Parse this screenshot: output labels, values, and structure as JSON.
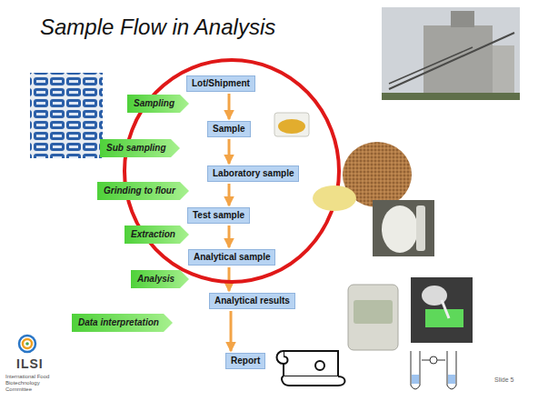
{
  "diagram": {
    "title": "Sample Flow in Analysis",
    "nodes": [
      {
        "text": [
          "Lot/Shipment"
        ]
      },
      {
        "text": [
          "Sampling"
        ]
      },
      {
        "text": [
          "Sample"
        ]
      },
      {
        "text": [
          "Sub sampling"
        ]
      },
      {
        "text": [
          "Laboratory sample"
        ]
      },
      {
        "text": [
          "Grinding to flour"
        ]
      },
      {
        "text": [
          "Test sample"
        ]
      },
      {
        "text": [
          "Extraction"
        ]
      },
      {
        "text": [
          "Analytical sample"
        ]
      },
      {
        "text": [
          "Analysis"
        ]
      },
      {
        "text": [
          "Analytical results"
        ]
      },
      {
        "text": [
          "Data interpretation"
        ]
      },
      {
        "text": [
          "Report"
        ]
      }
    ],
    "edges": [
      {
        "from": 0,
        "to": 2,
        "arrow": "to"
      },
      {
        "from": 2,
        "to": 4,
        "arrow": "to"
      },
      {
        "from": 4,
        "to": 6,
        "arrow": "to"
      },
      {
        "from": 6,
        "to": 8,
        "arrow": "to"
      },
      {
        "from": 8,
        "to": 10,
        "arrow": "to"
      },
      {
        "from": 10,
        "to": 12,
        "arrow": "to"
      }
    ],
    "labels": [
      "ILSI",
      "International Food Biotechnology Committee",
      "Slide 5"
    ]
  }
}
